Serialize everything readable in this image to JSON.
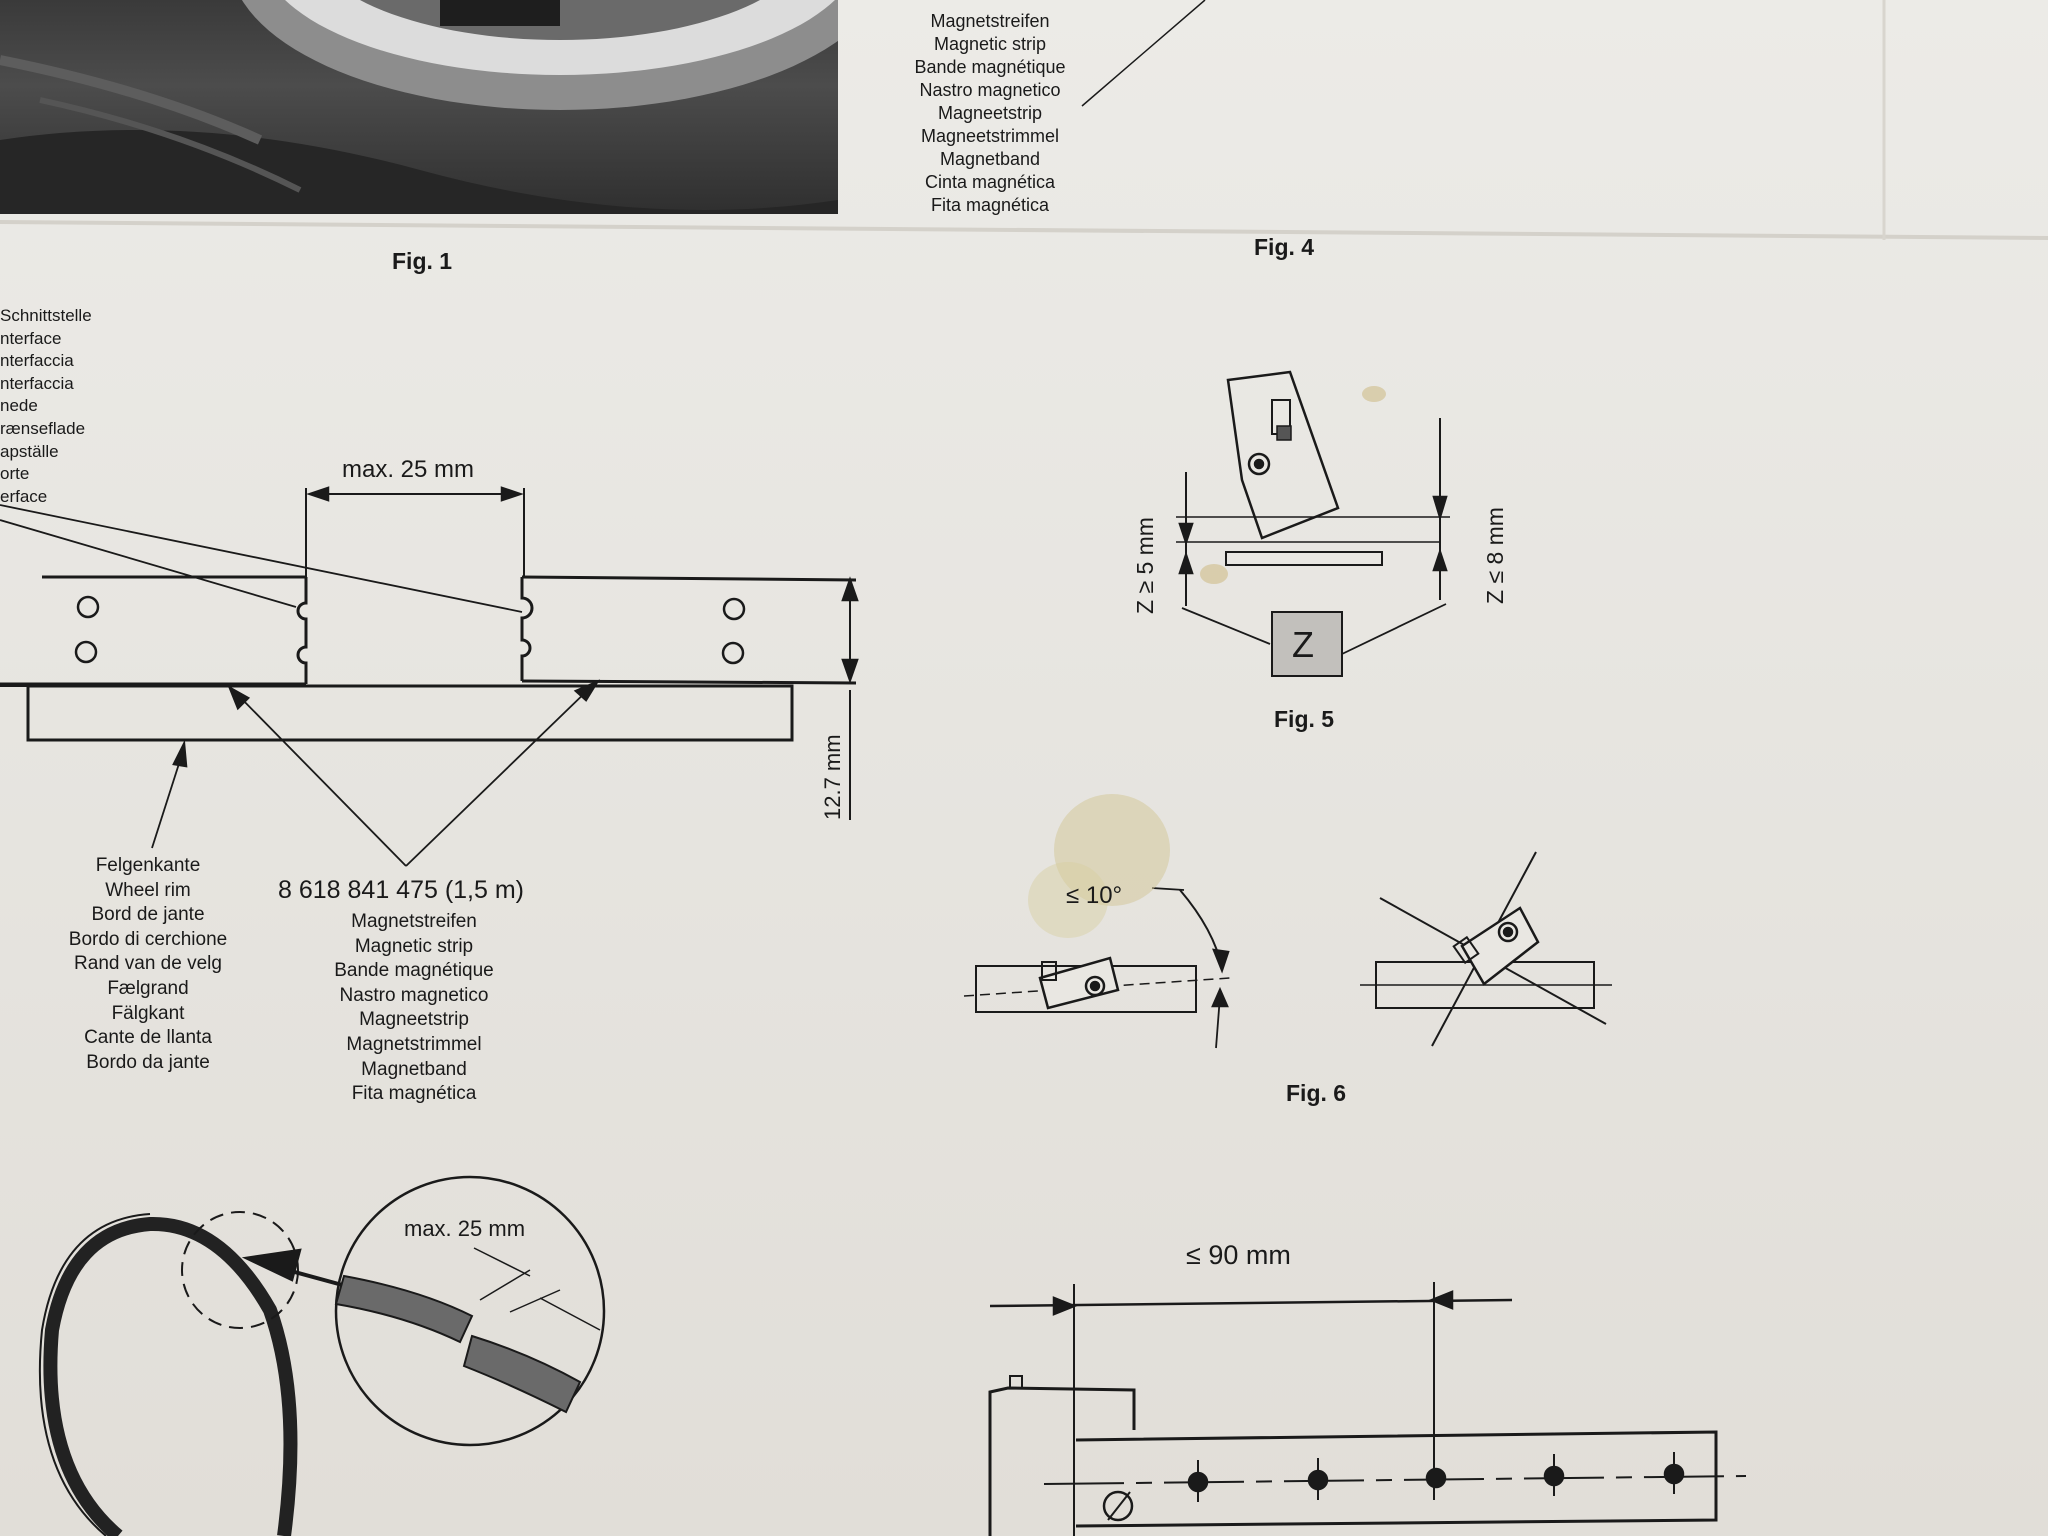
{
  "figures": {
    "fig1": "Fig. 1",
    "fig4": "Fig. 4",
    "fig5": "Fig. 5",
    "fig6": "Fig. 6"
  },
  "magnetic_strip_top": [
    "Magnetstreifen",
    "Magnetic strip",
    "Bande magnétique",
    "Nastro magnetico",
    "Magneetstrip",
    "Magneetstrimmel",
    "Magnetband",
    "Cinta magnética",
    "Fita magnética"
  ],
  "interface_labels": [
    "Schnittstelle",
    "nterface",
    "nterfaccia",
    "nterfaccia",
    "nede",
    "rænseflade",
    "apställe",
    "orte",
    "erface"
  ],
  "wheel_rim_labels": [
    "Felgenkante",
    "Wheel rim",
    "Bord de jante",
    "Bordo di cerchione",
    "Rand van de velg",
    "Fælgrand",
    "Fälgkant",
    "Cante de llanta",
    "Bordo da jante"
  ],
  "part_number": "8 618 841 475 (1,5 m)",
  "magnetic_strip_bottom": [
    "Magnetstreifen",
    "Magnetic strip",
    "Bande magnétique",
    "Nastro magnetico",
    "Magneetstrip",
    "Magnetstrimmel",
    "Magnetband",
    "Fita magnética"
  ],
  "dimensions": {
    "max_gap": "max. 25 mm",
    "thickness": "12.7 mm",
    "z_min": "Z ≥ 5 mm",
    "z_max": "Z ≤ 8 mm",
    "z_box": "Z",
    "angle": "≤ 10°",
    "max_gap_detail": "max. 25 mm",
    "spacing": "≤ 90 mm"
  }
}
